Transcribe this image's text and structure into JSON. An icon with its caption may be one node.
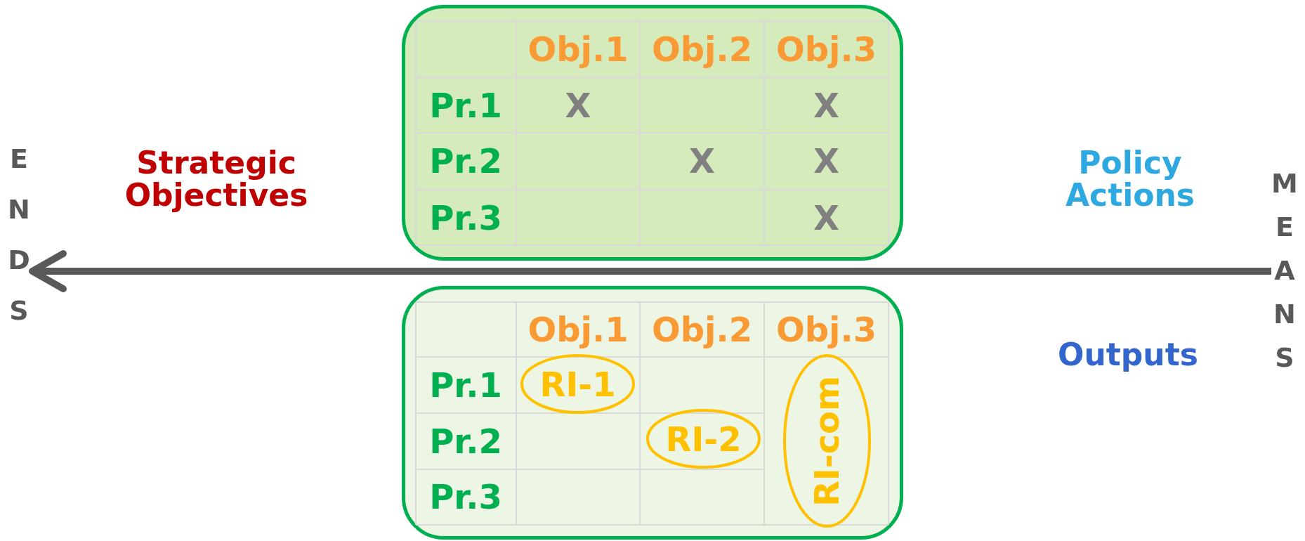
{
  "diagram": {
    "nodes": [
      {
        "text": [
          "ENDS"
        ]
      },
      {
        "text": [],
        "shape": "box"
      },
      {
        "text": [],
        "shape": "box"
      },
      {
        "text": [
          "RI-1"
        ],
        "in": 2
      },
      {
        "text": [
          "RI-2"
        ],
        "in": 2
      },
      {
        "text": [
          "RI-com"
        ],
        "in": 2
      },
      {
        "text": [
          "MEANS"
        ]
      }
    ],
    "edges": [
      {
        "from": 6,
        "to": 0,
        "arrow": "to"
      }
    ],
    "labels": [
      "Strategic Objectives",
      "Policy Actions",
      "Obj.1",
      "Obj.2",
      "Obj.3",
      "Pr.1",
      "X",
      "X",
      "Pr.2",
      "X",
      "X",
      "Pr.3",
      "X",
      "Outputs",
      "Obj.1",
      "Obj.2",
      "Obj.3",
      "Pr.1",
      "Pr.2",
      "Pr.3"
    ]
  }
}
